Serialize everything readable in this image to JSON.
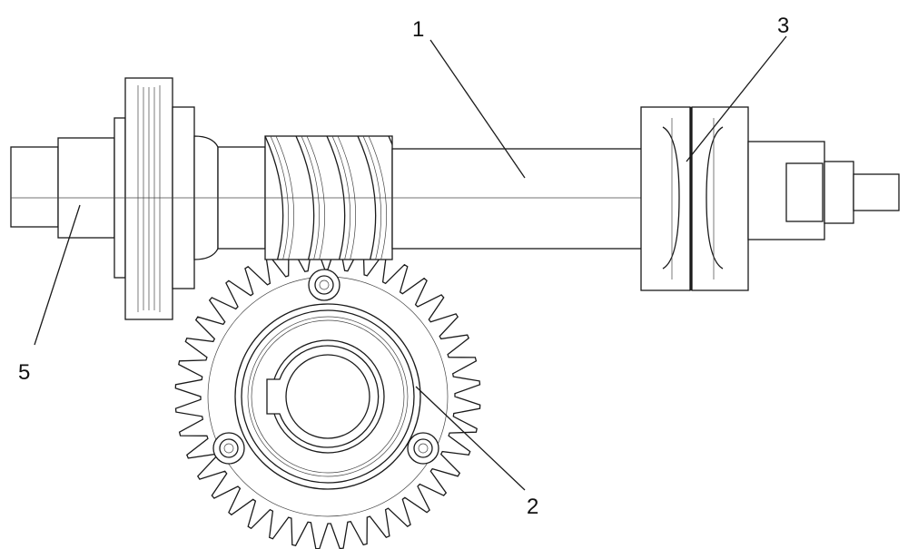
{
  "labels": {
    "part_1": "1",
    "part_2": "2",
    "part_3": "3",
    "part_5": "5"
  },
  "colors": {
    "line": "#1a1a1a",
    "background": "#ffffff"
  }
}
